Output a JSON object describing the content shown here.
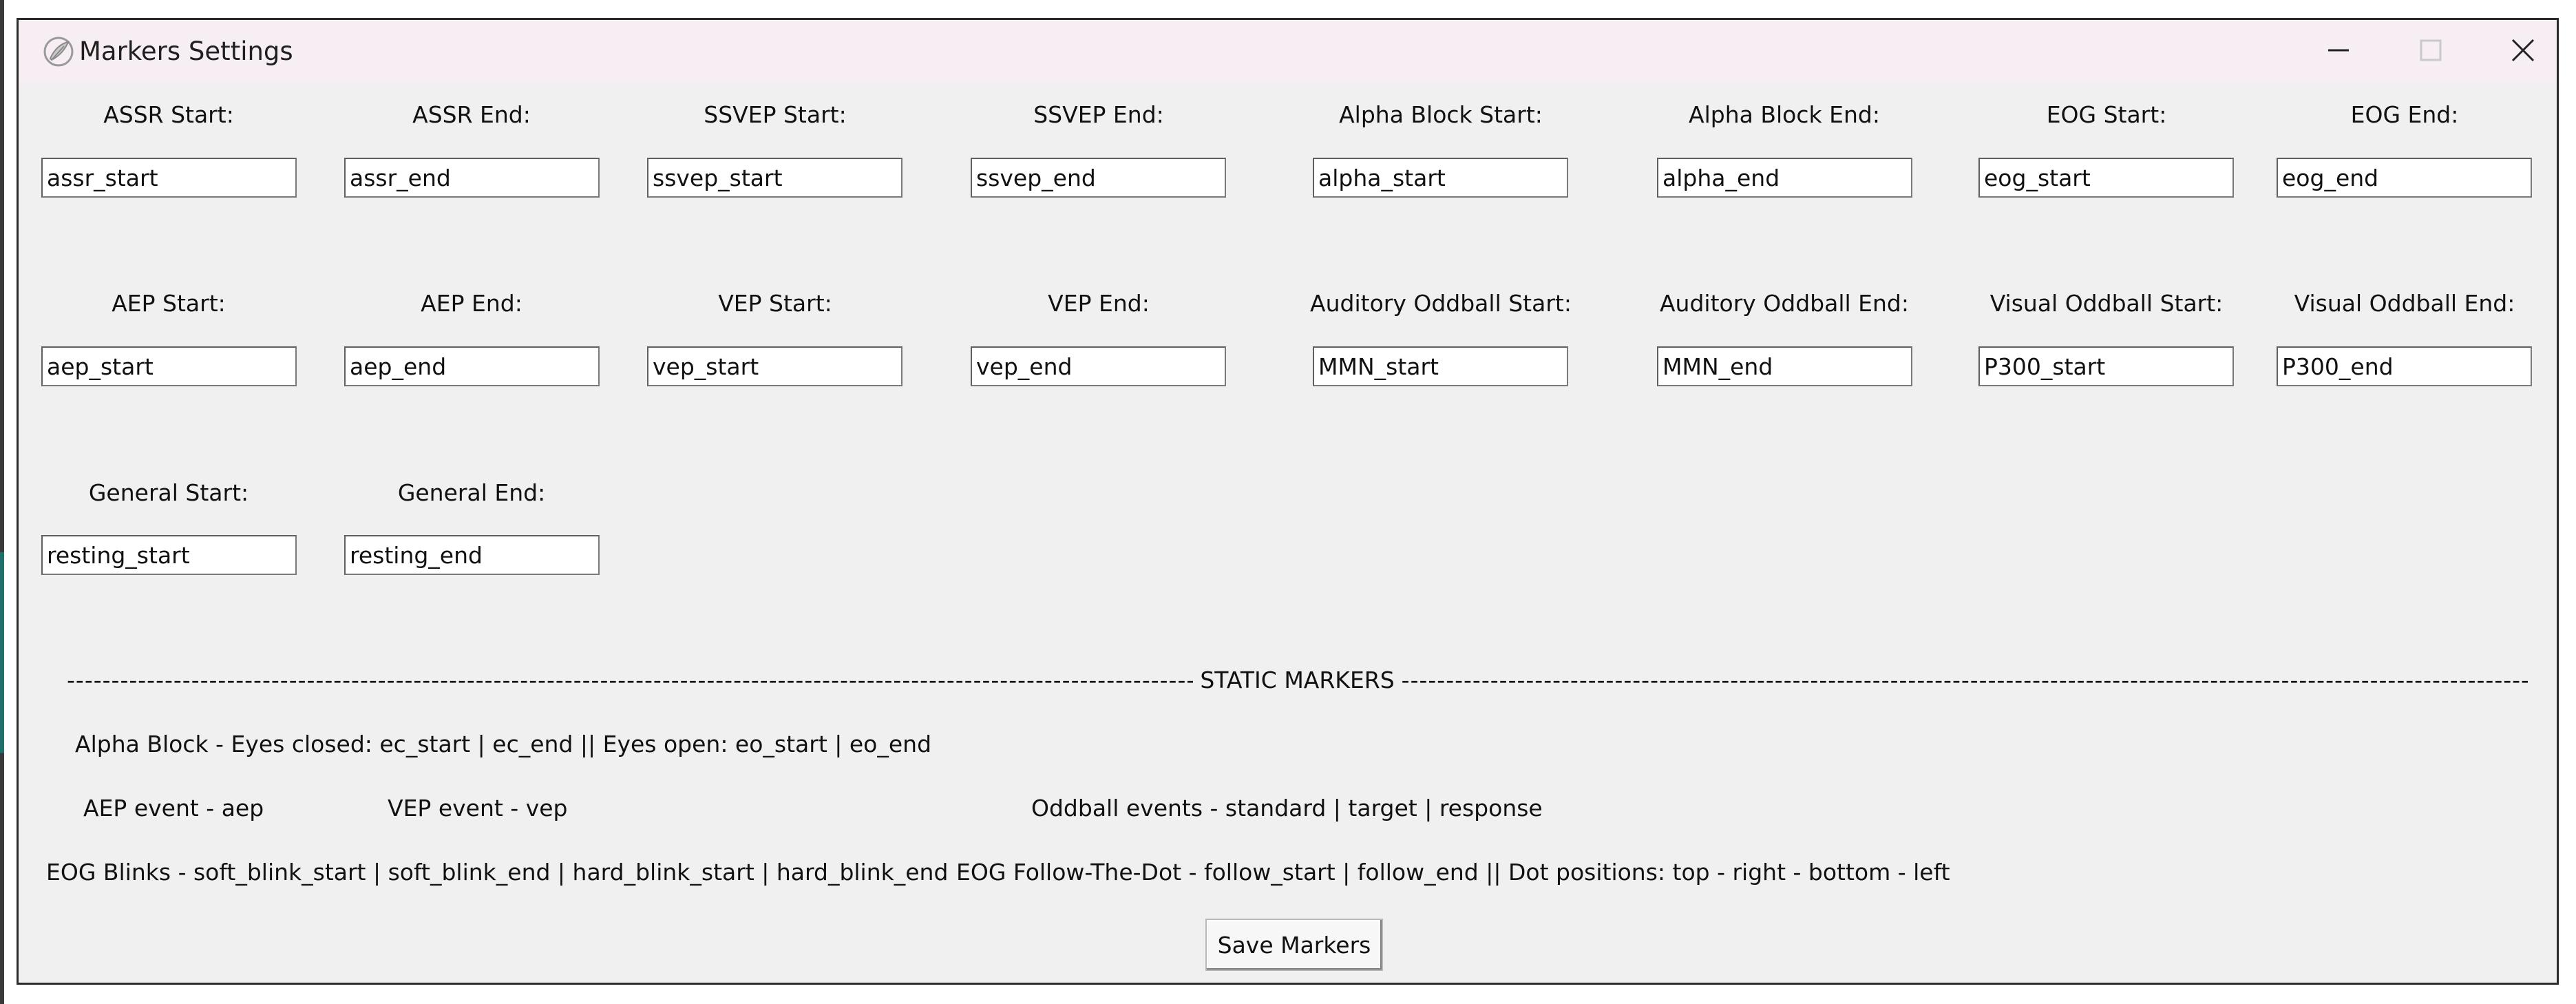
{
  "window": {
    "title": "Markers Settings",
    "controls": {
      "minimize": "minimize-icon",
      "maximize": "maximize-icon",
      "close": "close-icon"
    }
  },
  "fields": [
    {
      "label": "ASSR Start:",
      "value": "assr_start"
    },
    {
      "label": "ASSR End:",
      "value": "assr_end"
    },
    {
      "label": "SSVEP Start:",
      "value": "ssvep_start"
    },
    {
      "label": "SSVEP End:",
      "value": "ssvep_end"
    },
    {
      "label": "Alpha Block Start:",
      "value": "alpha_start"
    },
    {
      "label": "Alpha Block End:",
      "value": "alpha_end"
    },
    {
      "label": "EOG Start:",
      "value": "eog_start"
    },
    {
      "label": "EOG End:",
      "value": "eog_end"
    },
    {
      "label": "AEP Start:",
      "value": "aep_start"
    },
    {
      "label": "AEP End:",
      "value": "aep_end"
    },
    {
      "label": "VEP Start:",
      "value": "vep_start"
    },
    {
      "label": "VEP End:",
      "value": "vep_end"
    },
    {
      "label": "Auditory Oddball Start:",
      "value": "MMN_start"
    },
    {
      "label": "Auditory Oddball End:",
      "value": "MMN_end"
    },
    {
      "label": "Visual Oddball Start:",
      "value": "P300_start"
    },
    {
      "label": "Visual Oddball End:",
      "value": "P300_end"
    },
    {
      "label": "General Start:",
      "value": "resting_start"
    },
    {
      "label": "General End:",
      "value": "resting_end"
    }
  ],
  "static_markers": {
    "title": "STATIC MARKERS",
    "alpha_block": "Alpha Block - Eyes closed: ec_start | ec_end || Eyes open: eo_start | eo_end",
    "aep_event": "AEP event - aep",
    "vep_event": "VEP event - vep",
    "oddball_events": "Oddball events - standard | target | response",
    "eog_blinks": "EOG Blinks - soft_blink_start | soft_blink_end | hard_blink_start | hard_blink_end",
    "eog_follow": "EOG Follow-The-Dot - follow_start | follow_end || Dot positions: top - right - bottom - left"
  },
  "save_button": {
    "label": "Save Markers"
  }
}
